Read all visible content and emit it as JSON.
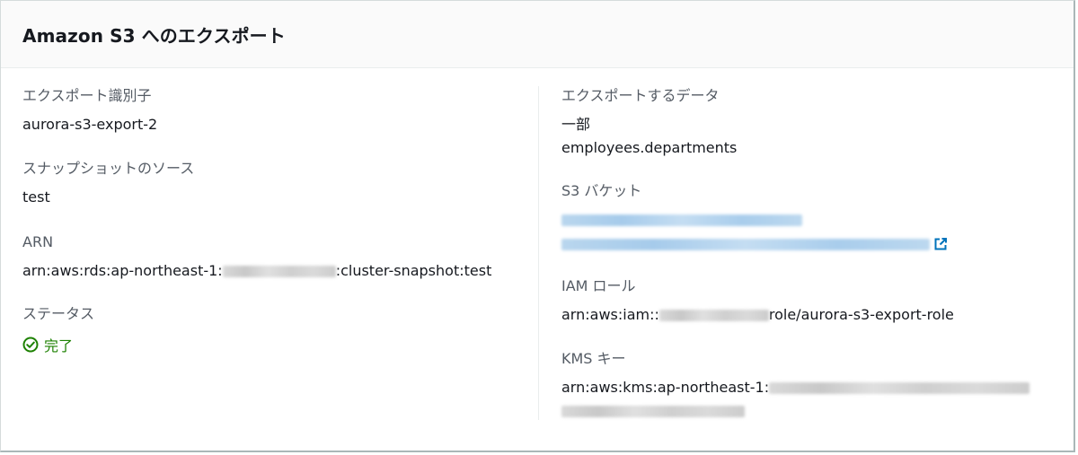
{
  "header": {
    "title": "Amazon S3 へのエクスポート"
  },
  "left": {
    "export_id_label": "エクスポート識別子",
    "export_id_value": "aurora-s3-export-2",
    "snapshot_source_label": "スナップショットのソース",
    "snapshot_source_value": "test",
    "arn_label": "ARN",
    "arn_prefix": "arn:aws:rds:ap-northeast-1:",
    "arn_suffix": ":cluster-snapshot:test",
    "status_label": "ステータス",
    "status_value": "完了"
  },
  "right": {
    "export_data_label": "エクスポートするデータ",
    "export_data_scope": "一部",
    "export_data_tables": "employees.departments",
    "s3_bucket_label": "S3 バケット",
    "iam_role_label": "IAM ロール",
    "iam_role_prefix": "arn:aws:iam::",
    "iam_role_suffix": "role/aurora-s3-export-role",
    "kms_key_label": "KMS キー",
    "kms_key_prefix": "arn:aws:kms:ap-northeast-1:"
  },
  "colors": {
    "success": "#1d8102",
    "link": "#0073bb",
    "label": "#545b64",
    "text": "#16191f"
  },
  "icons": {
    "status": "check-circle-icon",
    "external_link": "external-link-icon"
  }
}
